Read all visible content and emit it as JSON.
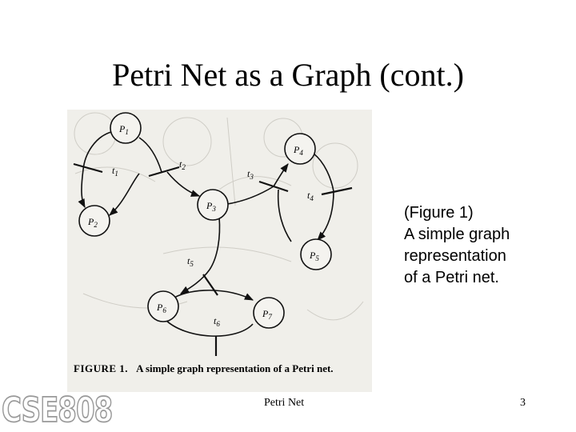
{
  "slide": {
    "title": "Petri Net as a Graph (cont.)",
    "caption_lines": [
      "(Figure 1)",
      "A simple graph",
      "representation",
      "of a Petri net."
    ],
    "footer": "Petri Net",
    "page_number": "3",
    "logo_text": "CSE808"
  },
  "figure": {
    "caption_label": "FIGURE 1.",
    "caption_text": "A simple graph representation of a Petri net.",
    "places": [
      {
        "letter": "P",
        "index": "1"
      },
      {
        "letter": "P",
        "index": "2"
      },
      {
        "letter": "P",
        "index": "3"
      },
      {
        "letter": "P",
        "index": "4"
      },
      {
        "letter": "P",
        "index": "5"
      },
      {
        "letter": "P",
        "index": "6"
      },
      {
        "letter": "P",
        "index": "7"
      }
    ],
    "transitions": [
      {
        "letter": "t",
        "index": "1"
      },
      {
        "letter": "t",
        "index": "2"
      },
      {
        "letter": "t",
        "index": "3"
      },
      {
        "letter": "t",
        "index": "4"
      },
      {
        "letter": "t",
        "index": "5"
      },
      {
        "letter": "t",
        "index": "6"
      }
    ]
  }
}
